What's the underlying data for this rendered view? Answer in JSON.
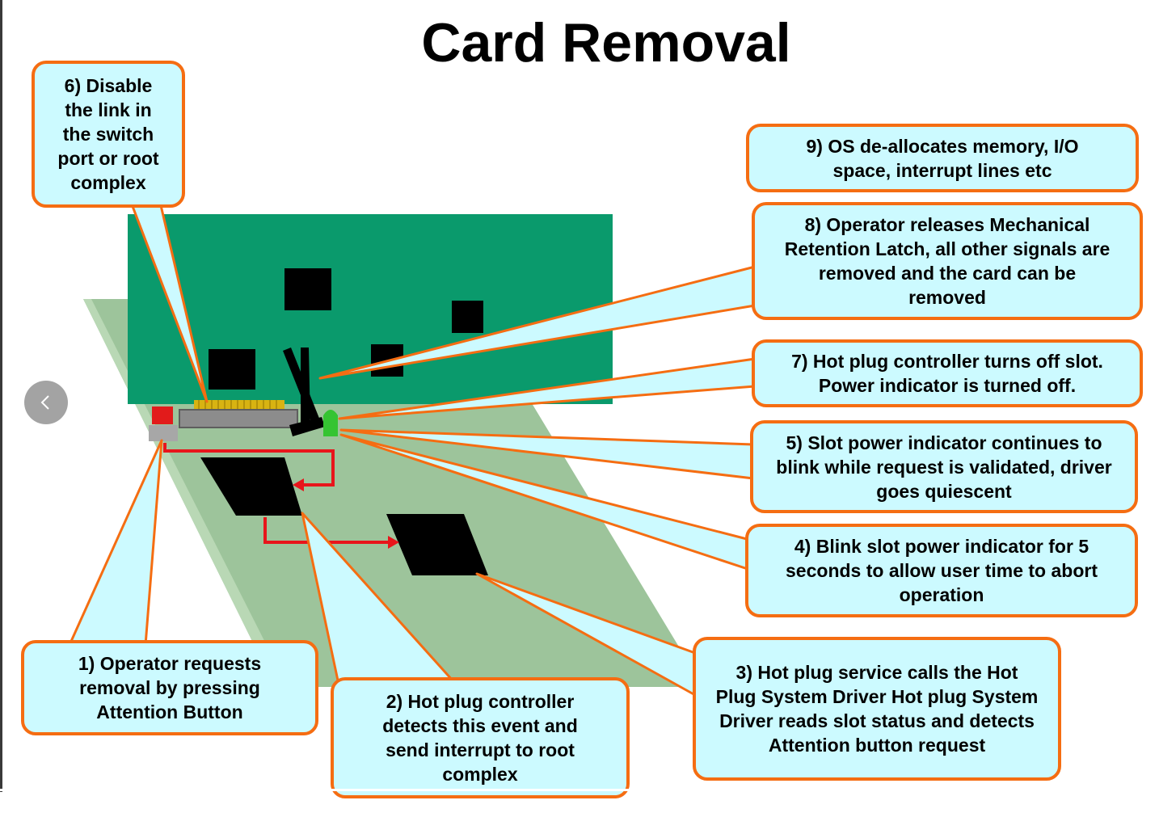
{
  "title": "Card Removal",
  "callouts": {
    "step1": "1) Operator requests removal by pressing Attention Button",
    "step2": "2) Hot plug controller detects this event and send interrupt to root complex",
    "step3": "3) Hot plug service calls the Hot Plug System Driver Hot plug System Driver reads slot status and detects Attention button request",
    "step4": "4) Blink slot power indicator for 5 seconds to allow user time to abort operation",
    "step5": "5) Slot power indicator continues to blink while request is validated, driver goes quiescent",
    "step6": "6) Disable the link in the switch port or root complex",
    "step7": "7) Hot plug controller turns off slot. Power indicator is turned off.",
    "step8": "8) Operator releases Mechanical Retention Latch, all other signals are removed and the card can be removed",
    "step9": "9) OS de-allocates memory, I/O space, interrupt lines etc"
  },
  "colors": {
    "callout_fill": "#ccfaff",
    "callout_border": "#f56d12",
    "card": "#0a9a6c",
    "board": "#9dc49b",
    "arrow": "#e8151b",
    "indicator": "#35c432"
  },
  "nav": {
    "prev_icon": "chevron-left-icon"
  }
}
